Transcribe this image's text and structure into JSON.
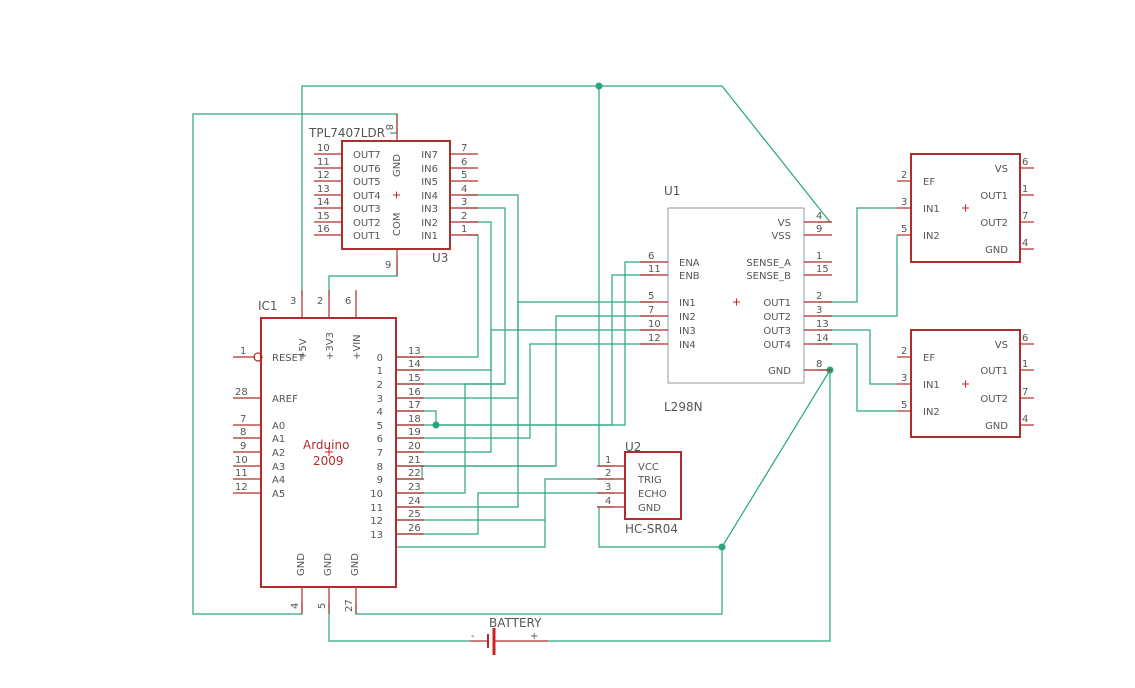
{
  "parts": {
    "ic1": {
      "name": "IC1",
      "value_line1": "Arduino",
      "value_line2": "2009",
      "left_pins": [
        {
          "num": "1",
          "label": "RESET"
        },
        {
          "num": "28",
          "label": "AREF"
        },
        {
          "num": "7",
          "label": "A0"
        },
        {
          "num": "8",
          "label": "A1"
        },
        {
          "num": "9",
          "label": "A2"
        },
        {
          "num": "10",
          "label": "A3"
        },
        {
          "num": "11",
          "label": "A4"
        },
        {
          "num": "12",
          "label": "A5"
        }
      ],
      "top_pins": [
        {
          "num": "3",
          "label": "+5V"
        },
        {
          "num": "2",
          "label": "+3V3"
        },
        {
          "num": "6",
          "label": "+VIN"
        }
      ],
      "bottom_pins": [
        {
          "num": "4",
          "label": "GND"
        },
        {
          "num": "5",
          "label": "GND"
        },
        {
          "num": "27",
          "label": "GND"
        }
      ],
      "right_pins": [
        {
          "num": "13",
          "label": "0"
        },
        {
          "num": "14",
          "label": "1"
        },
        {
          "num": "15",
          "label": "2"
        },
        {
          "num": "16",
          "label": "3"
        },
        {
          "num": "17",
          "label": "4"
        },
        {
          "num": "18",
          "label": "5"
        },
        {
          "num": "19",
          "label": "6"
        },
        {
          "num": "20",
          "label": "7"
        },
        {
          "num": "21",
          "label": "8"
        },
        {
          "num": "22",
          "label": "9"
        },
        {
          "num": "23",
          "label": "10"
        },
        {
          "num": "24",
          "label": "11"
        },
        {
          "num": "25",
          "label": "12"
        },
        {
          "num": "26",
          "label": "13"
        }
      ]
    },
    "u3": {
      "name": "U3",
      "value": "TPL7407LDR",
      "left_pins": [
        {
          "num": "10",
          "label": "OUT7"
        },
        {
          "num": "11",
          "label": "OUT6"
        },
        {
          "num": "12",
          "label": "OUT5"
        },
        {
          "num": "13",
          "label": "OUT4"
        },
        {
          "num": "14",
          "label": "OUT3"
        },
        {
          "num": "15",
          "label": "OUT2"
        },
        {
          "num": "16",
          "label": "OUT1"
        }
      ],
      "right_pins": [
        {
          "num": "7",
          "label": "IN7"
        },
        {
          "num": "6",
          "label": "IN6"
        },
        {
          "num": "5",
          "label": "IN5"
        },
        {
          "num": "4",
          "label": "IN4"
        },
        {
          "num": "3",
          "label": "IN3"
        },
        {
          "num": "2",
          "label": "IN2"
        },
        {
          "num": "1",
          "label": "IN1"
        }
      ],
      "top_pin": {
        "num": "8",
        "label": "GND"
      },
      "bottom_pin": {
        "num": "9",
        "label": "COM"
      }
    },
    "u1": {
      "name": "U1",
      "value": "L298N",
      "left_pins": [
        {
          "num": "6",
          "label": "ENA"
        },
        {
          "num": "11",
          "label": "ENB"
        },
        {
          "num": "5",
          "label": "IN1"
        },
        {
          "num": "7",
          "label": "IN2"
        },
        {
          "num": "10",
          "label": "IN3"
        },
        {
          "num": "12",
          "label": "IN4"
        }
      ],
      "right_pins": [
        {
          "num": "4",
          "label": "VS"
        },
        {
          "num": "9",
          "label": "VSS"
        },
        {
          "num": "1",
          "label": "SENSE_A"
        },
        {
          "num": "15",
          "label": "SENSE_B"
        },
        {
          "num": "2",
          "label": "OUT1"
        },
        {
          "num": "3",
          "label": "OUT2"
        },
        {
          "num": "13",
          "label": "OUT3"
        },
        {
          "num": "14",
          "label": "OUT4"
        },
        {
          "num": "8",
          "label": "GND"
        }
      ]
    },
    "u2": {
      "name": "U2",
      "value": "HC-SR04",
      "pins": [
        {
          "num": "1",
          "label": "VCC"
        },
        {
          "num": "2",
          "label": "TRIG"
        },
        {
          "num": "3",
          "label": "ECHO"
        },
        {
          "num": "4",
          "label": "GND"
        }
      ]
    },
    "m1": {
      "left_pins": [
        {
          "num": "2",
          "label": "EF"
        },
        {
          "num": "3",
          "label": "IN1"
        },
        {
          "num": "5",
          "label": "IN2"
        }
      ],
      "right_pins": [
        {
          "num": "6",
          "label": "VS"
        },
        {
          "num": "1",
          "label": "OUT1"
        },
        {
          "num": "7",
          "label": "OUT2"
        },
        {
          "num": "4",
          "label": "GND"
        }
      ]
    },
    "m2": {
      "left_pins": [
        {
          "num": "2",
          "label": "EF"
        },
        {
          "num": "3",
          "label": "IN1"
        },
        {
          "num": "5",
          "label": "IN2"
        }
      ],
      "right_pins": [
        {
          "num": "6",
          "label": "VS"
        },
        {
          "num": "1",
          "label": "OUT1"
        },
        {
          "num": "7",
          "label": "OUT2"
        },
        {
          "num": "4",
          "label": "GND"
        }
      ]
    },
    "battery": {
      "name": "BATTERY",
      "minus": "-",
      "plus": "+"
    }
  }
}
